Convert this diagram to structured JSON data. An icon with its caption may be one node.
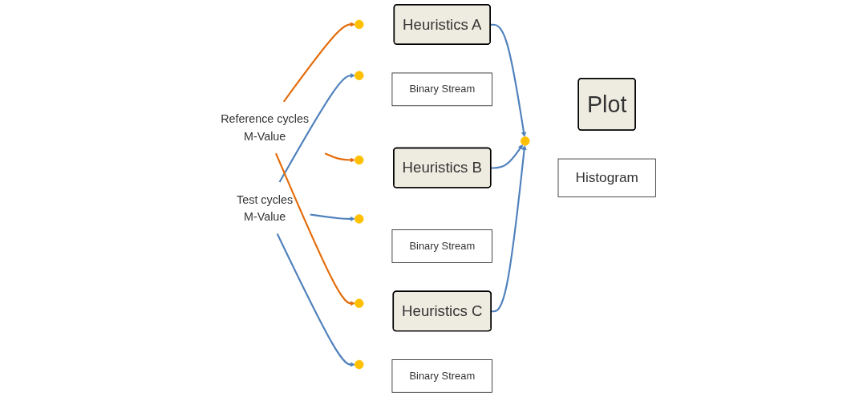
{
  "diagram": {
    "nodes": [
      {
        "text": [
          "Reference cycles",
          "M-Value"
        ]
      },
      {
        "text": [
          "Test cycles",
          "M-Value"
        ]
      },
      {
        "text": [],
        "shape": "circle"
      },
      {
        "text": [],
        "shape": "circle"
      },
      {
        "text": [
          "Heuristics A"
        ]
      },
      {
        "text": [
          "Binary Stream"
        ]
      },
      {
        "text": [],
        "shape": "circle"
      },
      {
        "text": [],
        "shape": "circle"
      },
      {
        "text": [
          "Heuristics B"
        ]
      },
      {
        "text": [
          "Binary Stream"
        ]
      },
      {
        "text": [],
        "shape": "circle"
      },
      {
        "text": [],
        "shape": "circle"
      },
      {
        "text": [
          "Heuristics C"
        ]
      },
      {
        "text": [
          "Binary Stream"
        ]
      },
      {
        "text": [],
        "shape": "circle"
      },
      {
        "text": [
          "Plot"
        ]
      },
      {
        "text": [
          "Histogram"
        ]
      }
    ],
    "edges": [
      {
        "from": 0,
        "to": 2,
        "arrow": "to",
        "color": "#e46c0a"
      },
      {
        "from": 1,
        "to": 3,
        "arrow": "to"
      },
      {
        "from": 0,
        "to": 6,
        "arrow": "to",
        "color": "#e46c0a"
      },
      {
        "from": 1,
        "to": 7,
        "arrow": "to"
      },
      {
        "from": 0,
        "to": 10,
        "arrow": "to",
        "color": "#e46c0a"
      },
      {
        "from": 1,
        "to": 11,
        "arrow": "to"
      },
      {
        "from": 4,
        "to": 14,
        "arrow": "to"
      },
      {
        "from": 8,
        "to": 14,
        "arrow": "to"
      },
      {
        "from": 12,
        "to": 14,
        "arrow": "to"
      }
    ]
  }
}
